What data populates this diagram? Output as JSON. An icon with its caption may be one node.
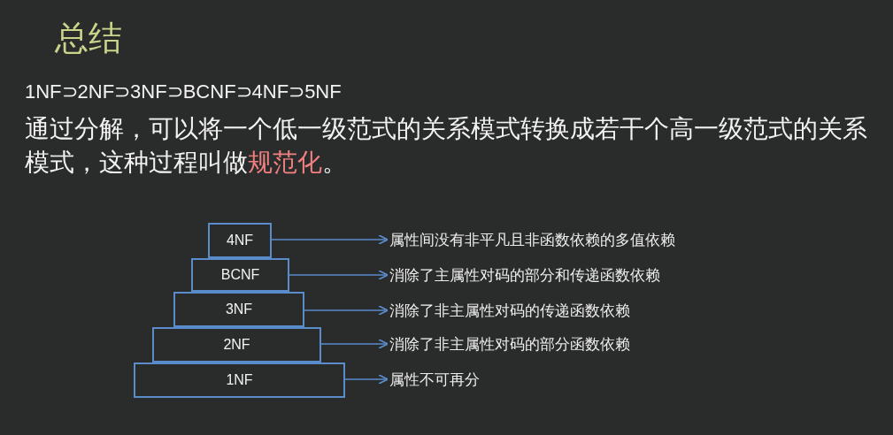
{
  "diagram": {
    "title": "总结",
    "nodes": [
      {
        "text": [
          "4NF"
        ]
      },
      {
        "text": [
          "BCNF"
        ]
      },
      {
        "text": [
          "3NF"
        ]
      },
      {
        "text": [
          "2NF"
        ]
      },
      {
        "text": [
          "1NF"
        ]
      },
      {
        "text": [
          "属性间没有非平凡且非函数依赖的多值依赖"
        ]
      },
      {
        "text": [
          "消除了主属性对码的部分和传递函数依赖"
        ]
      },
      {
        "text": [
          "消除了非主属性对码的传递函数依赖"
        ]
      },
      {
        "text": [
          "消除了非主属性对码的部分函数依赖"
        ]
      },
      {
        "text": [
          "属性不可再分"
        ]
      }
    ],
    "edges": [
      {
        "from": 0,
        "to": 5,
        "arrow": "to"
      },
      {
        "from": 1,
        "to": 6,
        "arrow": "to"
      },
      {
        "from": 2,
        "to": 7,
        "arrow": "to"
      },
      {
        "from": 3,
        "to": 8,
        "arrow": "to"
      },
      {
        "from": 4,
        "to": 9,
        "arrow": "to"
      }
    ],
    "labels": [
      "1NF⊃2NF⊃3NF⊃BCNF⊃4NF⊃5NF",
      "通过分解，可以将一个低一级范式的关系模式转换成若干个高一级范式的关系模式，这种过程叫做",
      "规范化",
      "。"
    ]
  }
}
